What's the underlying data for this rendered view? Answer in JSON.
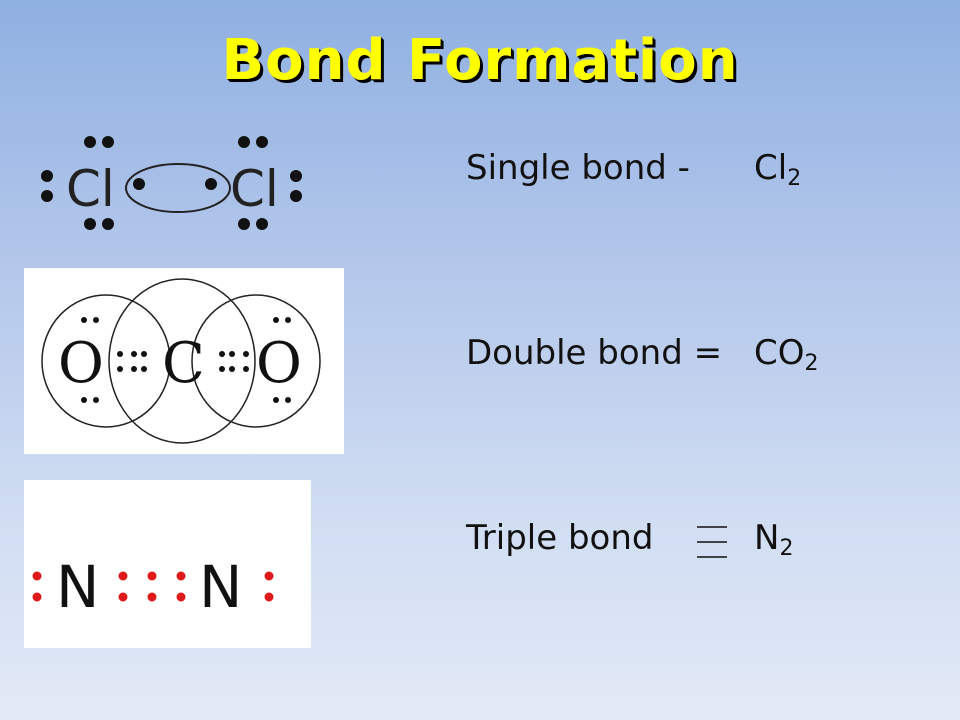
{
  "title": "Bond Formation",
  "bonds": [
    {
      "label": "Single bond -",
      "formula_main": "Cl",
      "formula_sub": "2",
      "atom_left": "Cl",
      "atom_right": "Cl"
    },
    {
      "label": "Double bond =",
      "formula_main": "CO",
      "formula_sub": "2",
      "atom_left": "O",
      "atom_center": "C",
      "atom_right": "O"
    },
    {
      "label": "Triple bond",
      "formula_main": "N",
      "formula_sub": "2",
      "atom_left": "N",
      "atom_right": "N"
    }
  ],
  "colors": {
    "title": "#ffff00",
    "dots_n2": "#e01818"
  }
}
